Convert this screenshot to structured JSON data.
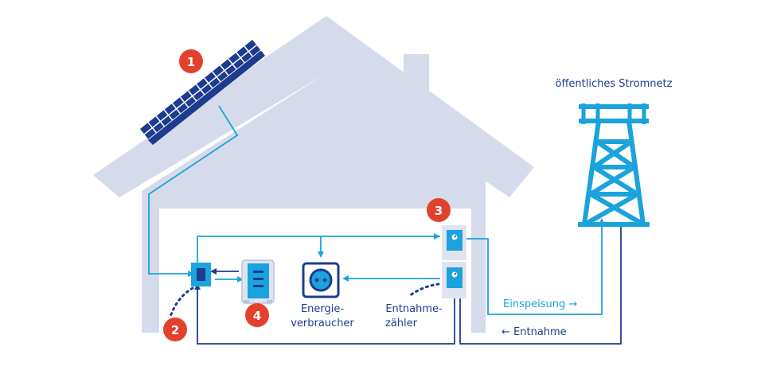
{
  "colors": {
    "house": "#d5dbea",
    "house_inner": "#ffffff",
    "navy": "#1d3c8f",
    "cyan": "#1aa3dc",
    "badge": "#e2412c",
    "tower": "#1aa3dc"
  },
  "badges": {
    "b1": "1",
    "b2": "2",
    "b3": "3",
    "b4": "4"
  },
  "labels": {
    "grid_title": "öffentliches Stromnetz",
    "consumer_line1": "Energie-",
    "consumer_line2": "verbraucher",
    "meter_line1": "Entnahme-",
    "meter_line2": "zähler",
    "feed_in": "Einspeisung →",
    "withdrawal": "← Entnahme"
  },
  "icons": [
    "solar-panel-icon",
    "inverter-icon",
    "battery-storage-icon",
    "power-outlet-icon",
    "feed-in-meter-icon",
    "withdrawal-meter-icon",
    "power-pylon-icon"
  ]
}
